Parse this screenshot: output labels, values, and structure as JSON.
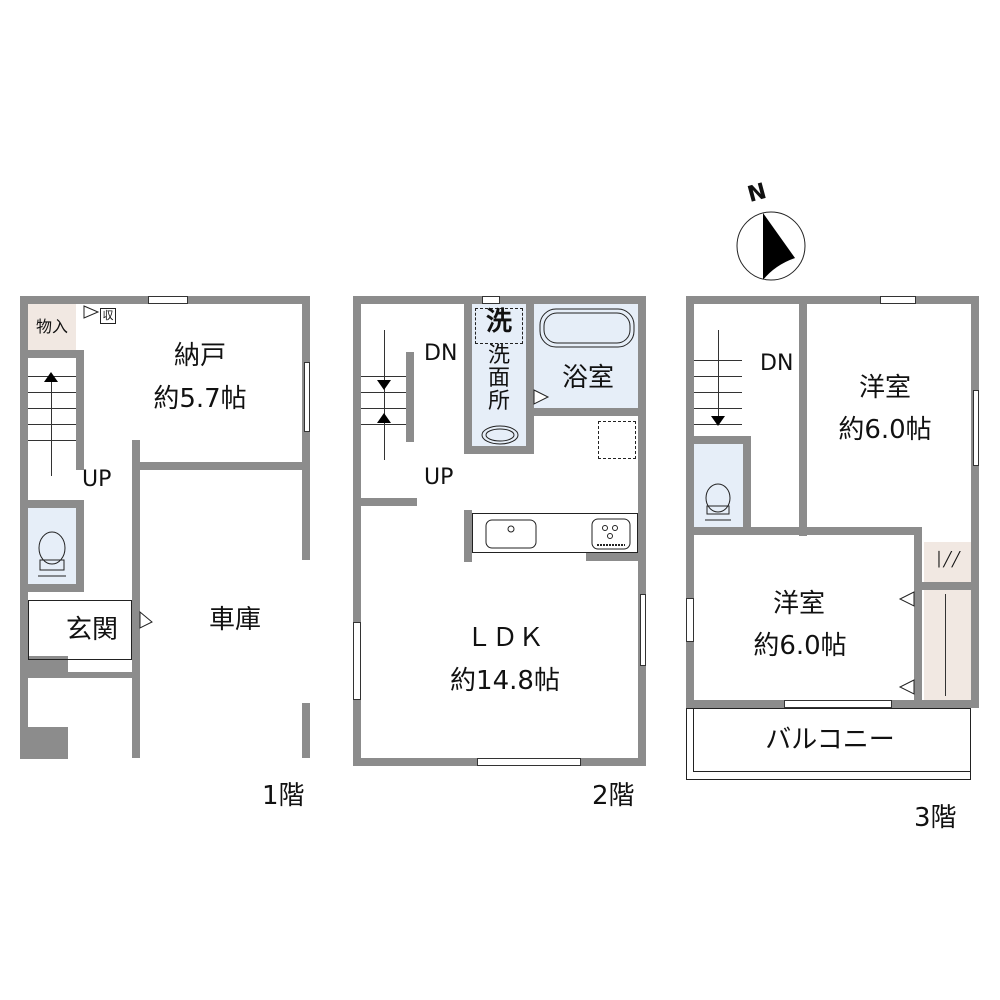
{
  "compass": {
    "label": "N"
  },
  "floors": [
    {
      "name": "1階",
      "rooms": [
        {
          "id": "storage-closet",
          "label": "物入"
        },
        {
          "id": "shuno-mark",
          "label": "収"
        },
        {
          "id": "nando",
          "label": "納戸",
          "size": "約5.7帖"
        },
        {
          "id": "garage",
          "label": "車庫"
        },
        {
          "id": "entrance",
          "label": "玄関"
        }
      ],
      "stairs": {
        "direction": "UP"
      }
    },
    {
      "name": "2階",
      "rooms": [
        {
          "id": "wash-machine",
          "label": "洗"
        },
        {
          "id": "washroom",
          "label": "洗\n面\n所",
          "chars": [
            "洗",
            "面",
            "所"
          ]
        },
        {
          "id": "bathroom",
          "label": "浴室"
        },
        {
          "id": "ldk",
          "label": "ＬＤＫ",
          "size": "約14.8帖"
        }
      ],
      "stairs": {
        "up": "UP",
        "down": "DN"
      }
    },
    {
      "name": "3階",
      "rooms": [
        {
          "id": "western-room-1",
          "label": "洋室",
          "size": "約6.0帖"
        },
        {
          "id": "western-room-2",
          "label": "洋室",
          "size": "約6.0帖"
        },
        {
          "id": "balcony",
          "label": "バルコニー"
        }
      ],
      "stairs": {
        "down": "DN"
      }
    }
  ],
  "colors": {
    "wall": "#8c8c8c",
    "wet_area": "#e6eef8",
    "storage": "#f1e8e2"
  }
}
